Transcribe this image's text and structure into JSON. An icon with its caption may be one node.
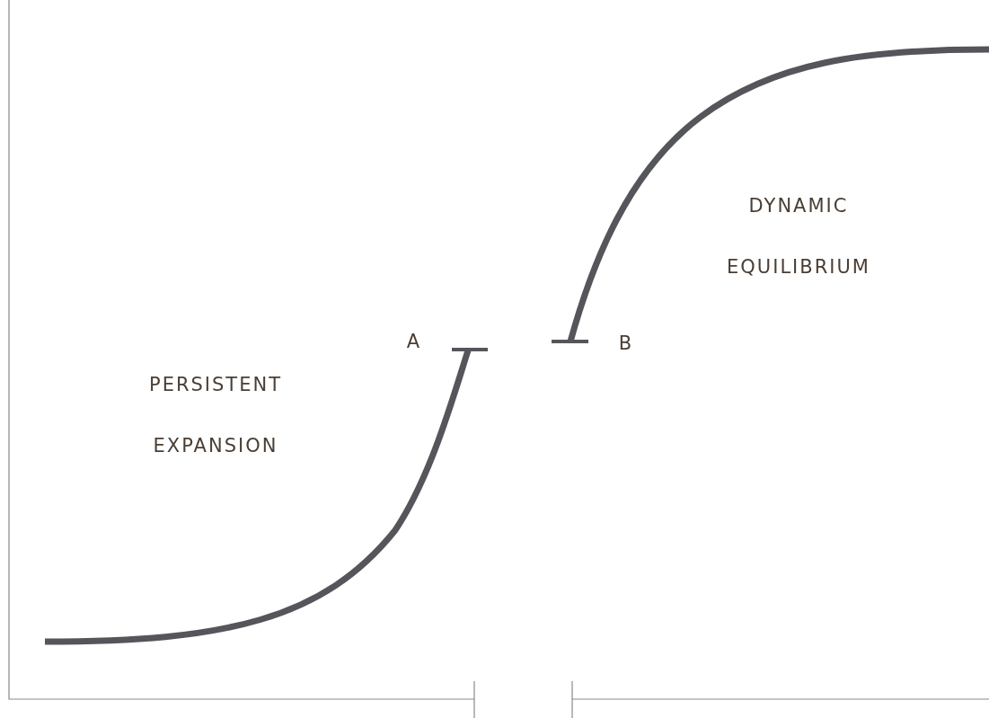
{
  "diagram": {
    "labels": [
      "DYNAMIC EQUILIBRIUM",
      "A",
      "B",
      "PERSISTENT EXPANSION"
    ]
  }
}
